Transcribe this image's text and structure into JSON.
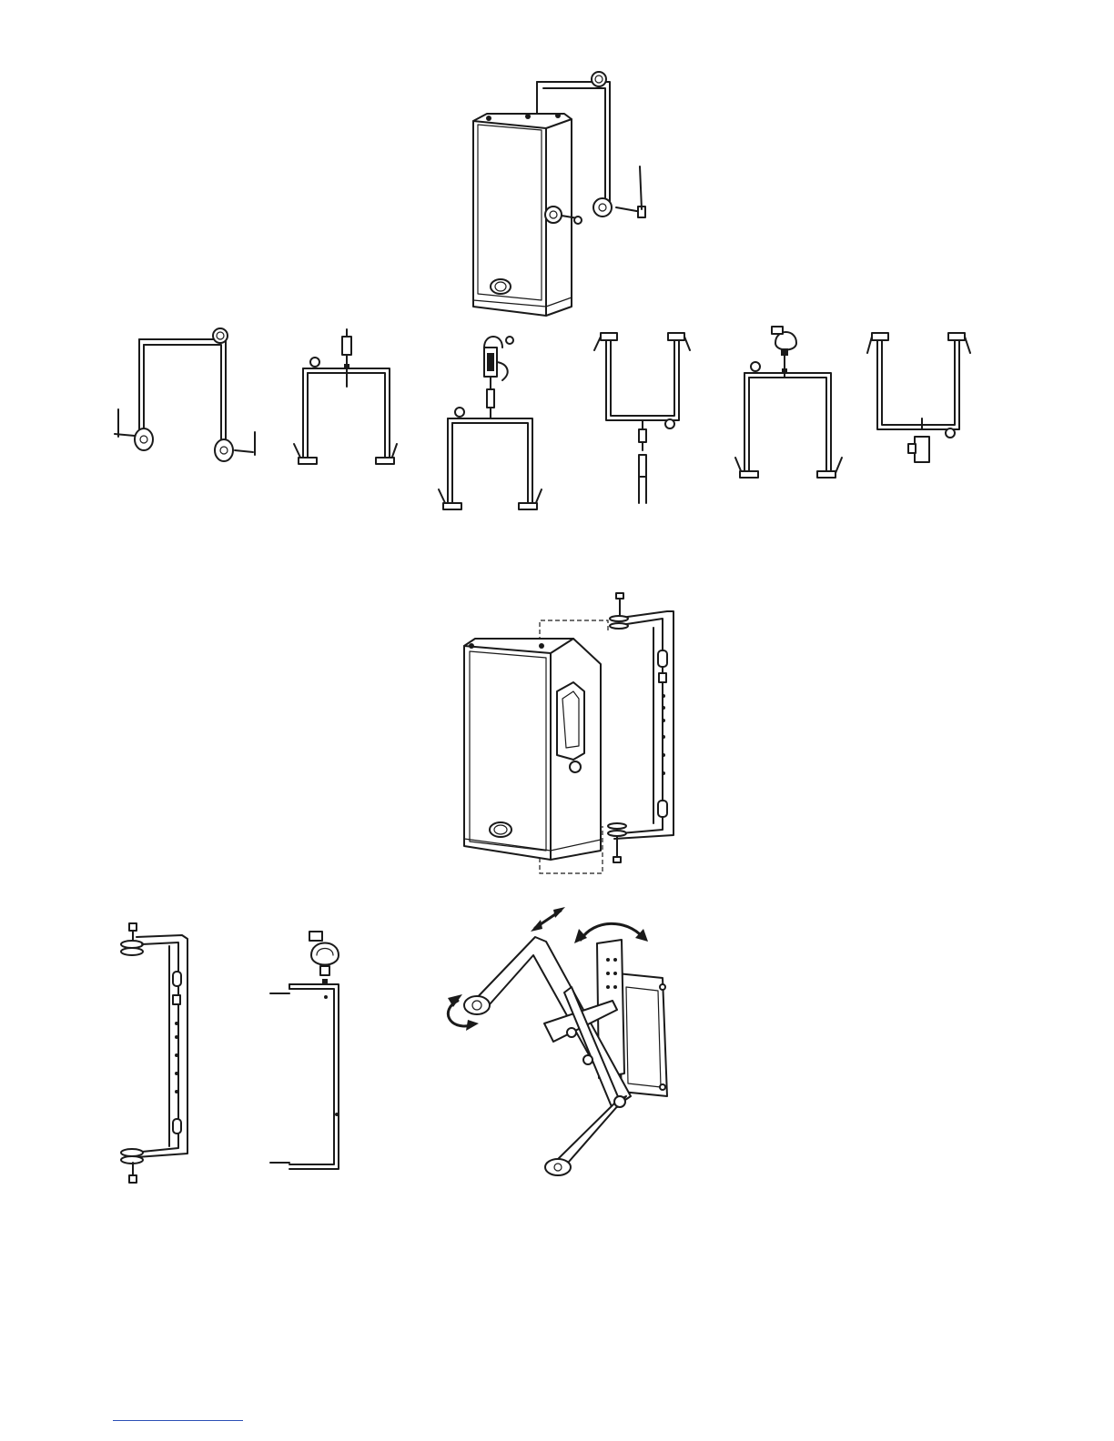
{
  "page": {
    "kind": "speaker bracket accessory illustration page",
    "figures": [
      {
        "id": "tall-speaker-with-eyebolt-bracket"
      },
      {
        "id": "eyebolt-u-bracket"
      },
      {
        "id": "u-bracket-with-pole-adapter"
      },
      {
        "id": "u-bracket-with-clamp-and-pole"
      },
      {
        "id": "inverted-u-bracket-pole-mount"
      },
      {
        "id": "u-bracket-with-clamp"
      },
      {
        "id": "inverted-u-bracket-with-stand-adapter"
      },
      {
        "id": "wide-speaker-with-side-bracket"
      },
      {
        "id": "side-bracket-detail"
      },
      {
        "id": "clamp-bracket-side-view"
      },
      {
        "id": "wall-mount-arm"
      }
    ],
    "accent_color": "#2b4fb5"
  }
}
